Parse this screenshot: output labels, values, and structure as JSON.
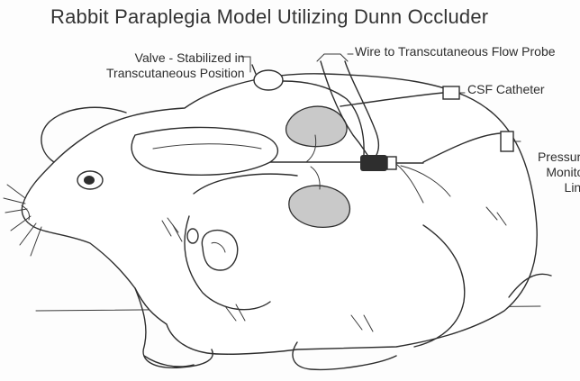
{
  "figure": {
    "title": "Rabbit Paraplegia Model  Utilizing Dunn Occluder",
    "labels": {
      "valve_line1": "Valve -  Stabilized in",
      "valve_line2": "Transcutaneous Position",
      "wire": "Wire to Transcutaneous Flow Probe",
      "csf": "CSF Catheter",
      "pressure_line1": "Pressure",
      "pressure_line2": "Monitor",
      "pressure_line3": "Line"
    }
  }
}
